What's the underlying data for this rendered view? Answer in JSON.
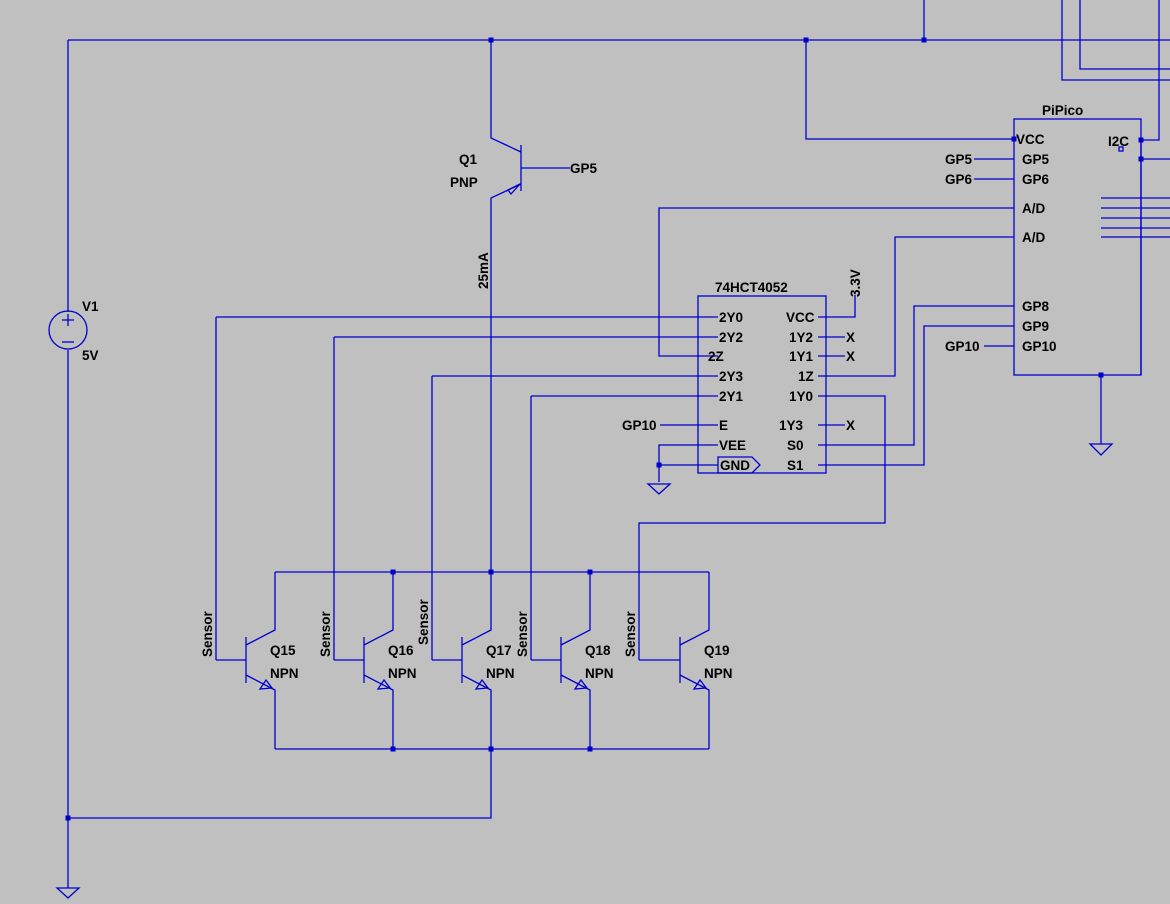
{
  "colors": {
    "background": "#c0c0c0",
    "wire": "#0000cc",
    "text": "#000000"
  },
  "v1": {
    "name": "V1",
    "value": "5V"
  },
  "q1": {
    "name": "Q1",
    "type": "PNP",
    "base_net": "GP5",
    "current": "25mA"
  },
  "transistors": [
    {
      "name": "Q15",
      "type": "NPN",
      "base_net": "Sensor"
    },
    {
      "name": "Q16",
      "type": "NPN",
      "base_net": "Sensor"
    },
    {
      "name": "Q17",
      "type": "NPN",
      "base_net": "Sensor"
    },
    {
      "name": "Q18",
      "type": "NPN",
      "base_net": "Sensor"
    },
    {
      "name": "Q19",
      "type": "NPN",
      "base_net": "Sensor"
    }
  ],
  "mux": {
    "name": "74HCT4052",
    "vcc_net": "3.3V",
    "left_pins": [
      "2Y0",
      "2Y2",
      "2Z",
      "2Y3",
      "2Y1",
      "E",
      "VEE",
      "GND"
    ],
    "right_pins": [
      "VCC",
      "1Y2",
      "1Y1",
      "1Z",
      "1Y0",
      "1Y3",
      "S0",
      "S1"
    ],
    "e_net": "GP10",
    "nc": "X"
  },
  "pico": {
    "name": "PiPico",
    "left_pins": [
      "VCC",
      "GP5",
      "GP6",
      "A/D",
      "A/D",
      "GP8",
      "GP9",
      "GP10"
    ],
    "right_pin": "I2C",
    "nets": [
      "GP5",
      "GP6",
      "GP10"
    ]
  }
}
